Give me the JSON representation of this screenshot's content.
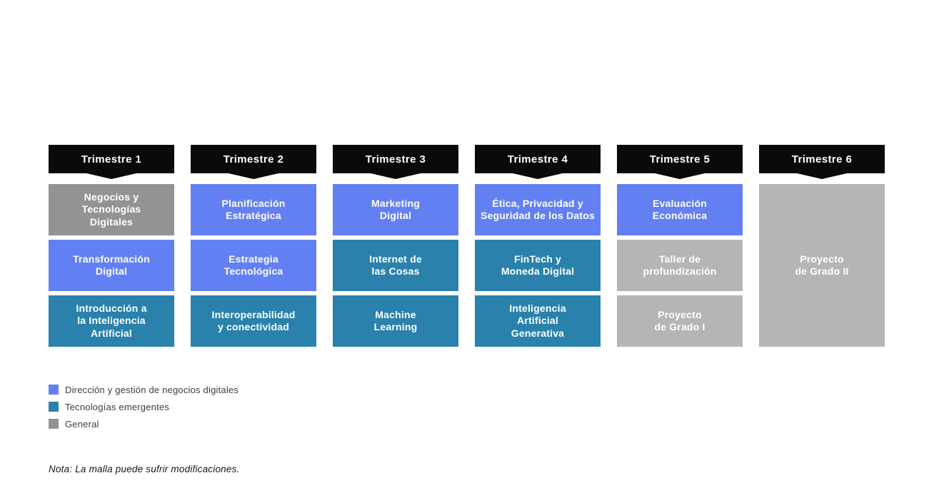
{
  "colors": {
    "direccion": "#6380f2",
    "tecnologias": "#2a81ac",
    "general_dark": "#939393",
    "general_light": "#b5b5b5",
    "ribbon_bg": "#0a0a0a",
    "card_text": "#ffffff"
  },
  "trimesters": [
    {
      "label": "Trimestre 1",
      "courses": [
        {
          "title": "Negocios y\nTecnologías\nDigitales",
          "category": "general_dark"
        },
        {
          "title": "Transformación\nDigital",
          "category": "direccion"
        },
        {
          "title": "Introducción a\nla Inteligencia\nArtificial",
          "category": "tecnologias"
        }
      ]
    },
    {
      "label": "Trimestre 2",
      "courses": [
        {
          "title": "Planificación\nEstratégica",
          "category": "direccion"
        },
        {
          "title": "Estrategia\nTecnológica",
          "category": "direccion"
        },
        {
          "title": "Interoperabilidad\ny conectividad",
          "category": "tecnologias"
        }
      ]
    },
    {
      "label": "Trimestre 3",
      "courses": [
        {
          "title": "Marketing\nDigital",
          "category": "direccion"
        },
        {
          "title": "Internet de\nlas Cosas",
          "category": "tecnologias"
        },
        {
          "title": "Machine\nLearning",
          "category": "tecnologias"
        }
      ]
    },
    {
      "label": "Trimestre 4",
      "courses": [
        {
          "title": "Ética, Privacidad y\nSeguridad de los Datos",
          "category": "direccion"
        },
        {
          "title": "FinTech y\nMoneda Digital",
          "category": "tecnologias"
        },
        {
          "title": "Inteligencia\nArtificial\nGenerativa",
          "category": "tecnologias"
        }
      ]
    },
    {
      "label": "Trimestre 5",
      "courses": [
        {
          "title": "Evaluación\nEconómica",
          "category": "direccion"
        },
        {
          "title": "Taller de\nprofundización",
          "category": "general_light"
        },
        {
          "title": "Proyecto\nde Grado I",
          "category": "general_light"
        }
      ]
    },
    {
      "label": "Trimestre 6",
      "courses": [
        {
          "title": "Proyecto\nde Grado II",
          "category": "general_light"
        }
      ]
    }
  ],
  "legend": [
    {
      "label": "Dirección y gestión de negocios digitales",
      "category": "direccion"
    },
    {
      "label": "Tecnologías emergentes",
      "category": "tecnologias"
    },
    {
      "label": "General",
      "category": "general_dark"
    }
  ],
  "note": "Nota: La malla puede sufrir modificaciones."
}
